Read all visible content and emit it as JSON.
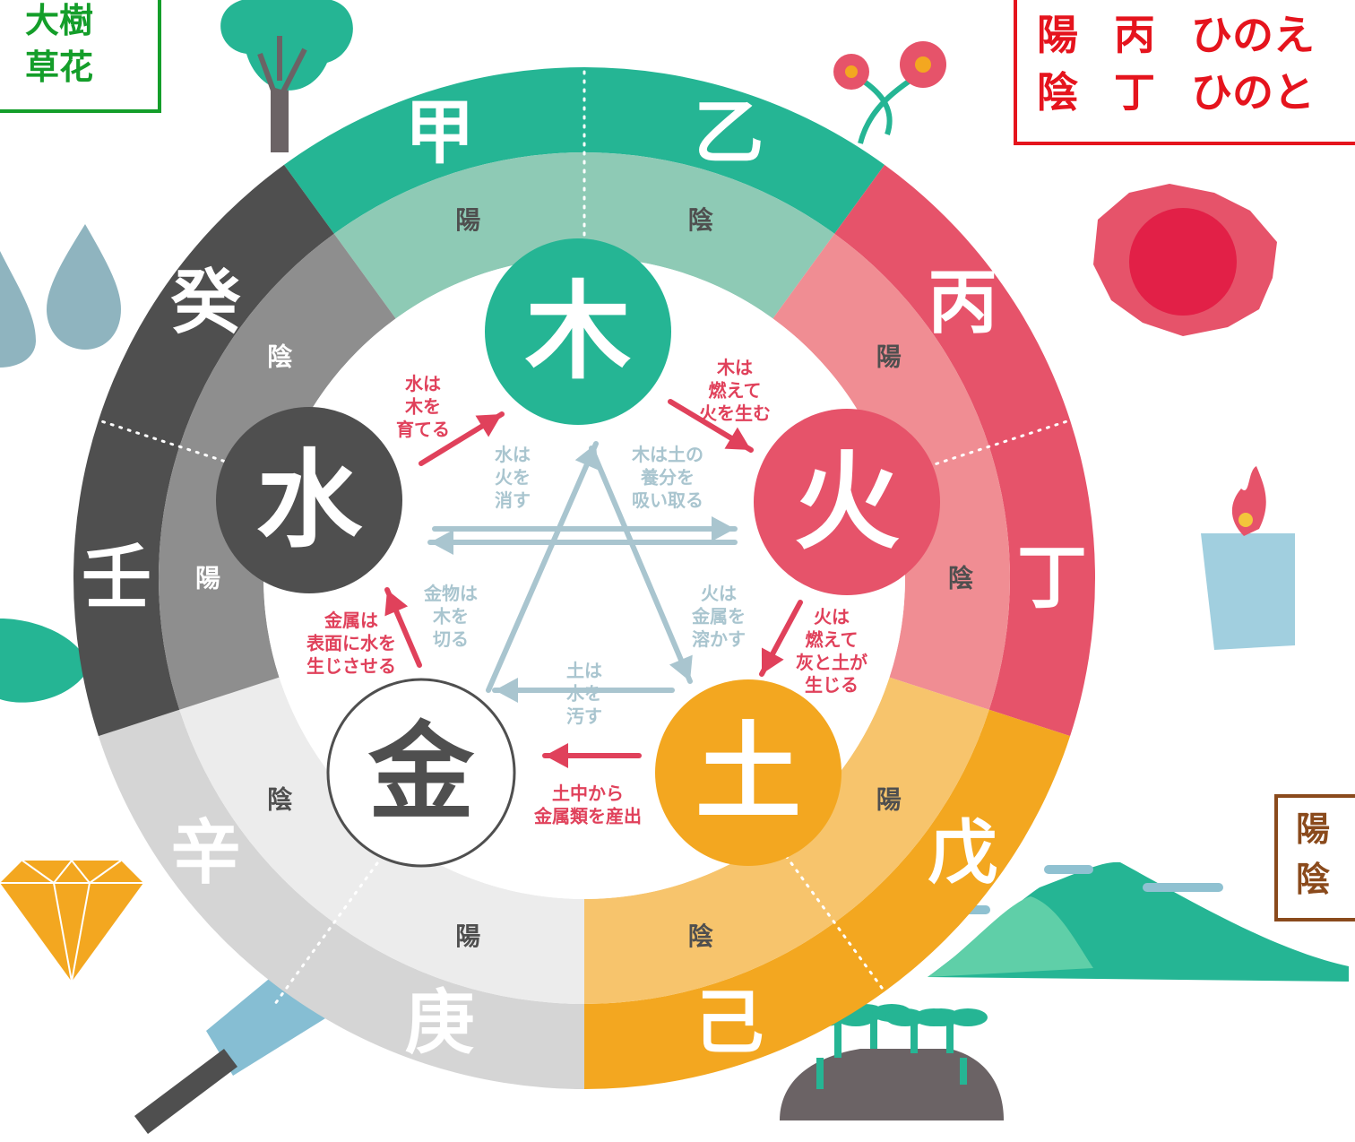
{
  "legends": {
    "wood": {
      "rows": [
        "大樹",
        "草花"
      ]
    },
    "fire": {
      "rows": [
        [
          "陽",
          "丙",
          "ひのえ"
        ],
        [
          "陰",
          "丁",
          "ひのと"
        ]
      ]
    },
    "earth": {
      "rows": [
        "陽",
        "陰"
      ]
    }
  },
  "stems": {
    "jia": "甲",
    "yi": "乙",
    "bing": "丙",
    "ding": "丁",
    "wu": "戊",
    "ji": "己",
    "geng": "庚",
    "xin": "辛",
    "ren": "壬",
    "gui": "癸"
  },
  "yinyang": {
    "yo": "陽",
    "in": "陰"
  },
  "elements": {
    "wood": "木",
    "fire": "火",
    "earth": "土",
    "metal": "金",
    "water": "水"
  },
  "generating": {
    "wood_fire": [
      "木は",
      "燃えて",
      "火を生む"
    ],
    "fire_earth": [
      "火は",
      "燃えて",
      "灰と土が",
      "生じる"
    ],
    "earth_metal": [
      "土中から",
      "金属類を産出"
    ],
    "metal_water": [
      "金属は",
      "表面に水を",
      "生じさせる"
    ],
    "water_wood": [
      "水は",
      "木を",
      "育てる"
    ]
  },
  "overcoming": {
    "water_fire": [
      "水は",
      "火を",
      "消す"
    ],
    "wood_earth": [
      "木は土の",
      "養分を",
      "吸い取る"
    ],
    "fire_metal": [
      "火は",
      "金属を",
      "溶かす"
    ],
    "earth_water": [
      "土は",
      "水を",
      "汚す"
    ],
    "metal_wood": [
      "金物は",
      "木を",
      "切る"
    ]
  },
  "colors": {
    "wood": "#25b594",
    "wood_mid": "#8ecab5",
    "fire": "#e6536a",
    "fire_mid": "#f08d93",
    "earth": "#f3a720",
    "earth_mid": "#f7c46c",
    "water": "#4f4f4f",
    "water_mid": "#8e8e8e",
    "metal": "#d5d5d5",
    "metal_mid": "#ececec",
    "arrow_red": "#e0415b",
    "arrow_blue": "#a9c5cf"
  }
}
